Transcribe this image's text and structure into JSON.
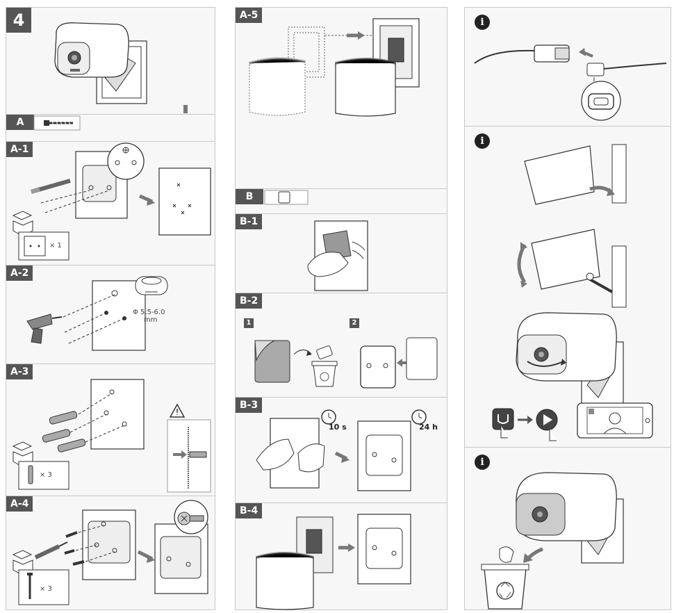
{
  "col1": {
    "step4": "4",
    "sectionA": "A",
    "a1": {
      "label": "A-1",
      "qty": "× 1"
    },
    "a2": {
      "label": "A-2",
      "diameter": "Φ 5.5-6.0",
      "unit": "mm"
    },
    "a3": {
      "label": "A-3",
      "qty": "× 3"
    },
    "a4": {
      "label": "A-4",
      "qty": "× 3"
    }
  },
  "col2": {
    "a5": {
      "label": "A-5"
    },
    "sectionB": "B",
    "b1": {
      "label": "B-1"
    },
    "b2": {
      "label": "B-2",
      "step1": "1",
      "step2": "2"
    },
    "b3": {
      "label": "B-3",
      "timer1": "10 s",
      "timer2": "24 h"
    },
    "b4": {
      "label": "B-4"
    }
  },
  "col3": {
    "info_glyph": "i"
  }
}
